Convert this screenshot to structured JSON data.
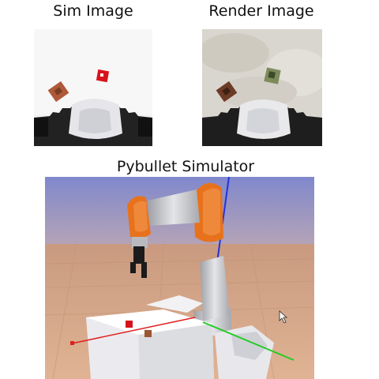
{
  "labels": {
    "sim": "Sim Image",
    "render": "Render Image",
    "simulator": "Pybullet Simulator"
  },
  "colors": {
    "robot_orange": "#e8721c",
    "robot_gray": "#bfc0c4",
    "sky": "#8a92cf",
    "ground": "#d9a887",
    "axis_x": "#e02020",
    "axis_y": "#22cc22",
    "axis_z": "#2233dd",
    "cube_red": "#d8121b",
    "cube_brown": "#9c5630"
  },
  "icons": [
    "mouse-cursor-icon"
  ]
}
